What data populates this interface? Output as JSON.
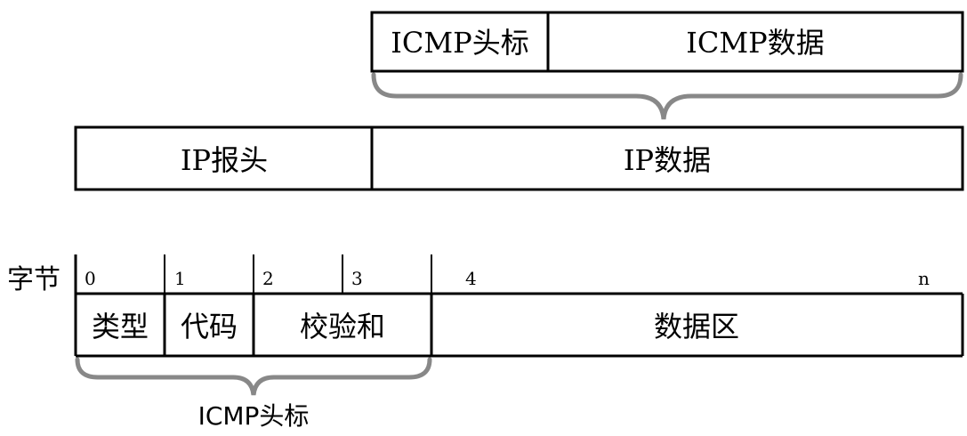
{
  "icmp_packet": {
    "header_label": "ICMP头标",
    "data_label": "ICMP数据"
  },
  "ip_packet": {
    "header_label": "IP报头",
    "data_label": "IP数据"
  },
  "icmp_format": {
    "byte_axis_label": "字节",
    "byte_ticks": [
      "0",
      "1",
      "2",
      "3",
      "4",
      "n"
    ],
    "fields": [
      "类型",
      "代码",
      "校验和",
      "数据区"
    ],
    "header_brace_label": "ICMP头标"
  }
}
